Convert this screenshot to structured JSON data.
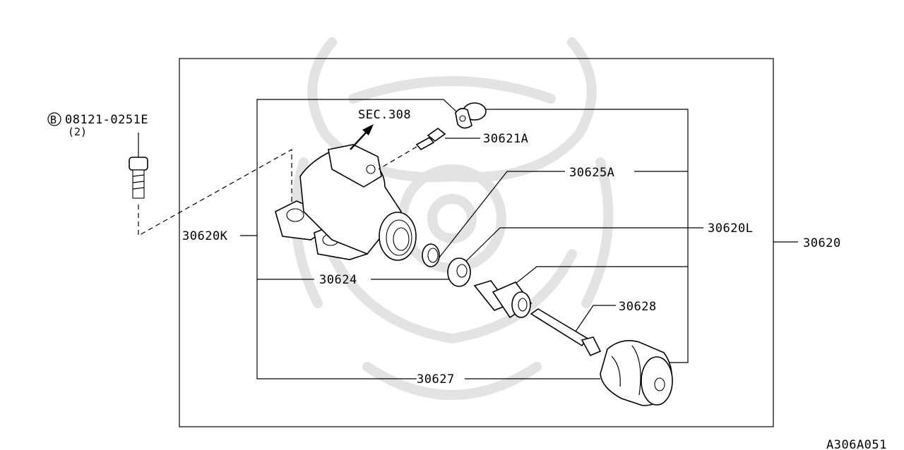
{
  "diagram": {
    "bolt_callout": {
      "symbol": "B",
      "part_number": "08121-0251E",
      "quantity": "(2)"
    },
    "reference": {
      "label": "SEC.308"
    },
    "parts": {
      "p30621A": "30621A",
      "p30625A": "30625A",
      "p30620L": "30620L",
      "p30620": "30620",
      "p30620K": "30620K",
      "p30624": "30624",
      "p30628": "30628",
      "p30627": "30627"
    },
    "diagram_code": "A306A051",
    "icons": {
      "watermark": "samurai-helmet-watermark-icon",
      "direction_arrow": "arrow-up-right-icon"
    },
    "colors": {
      "line": "#000000",
      "watermark": "#e3e3e3",
      "background": "#ffffff"
    }
  }
}
